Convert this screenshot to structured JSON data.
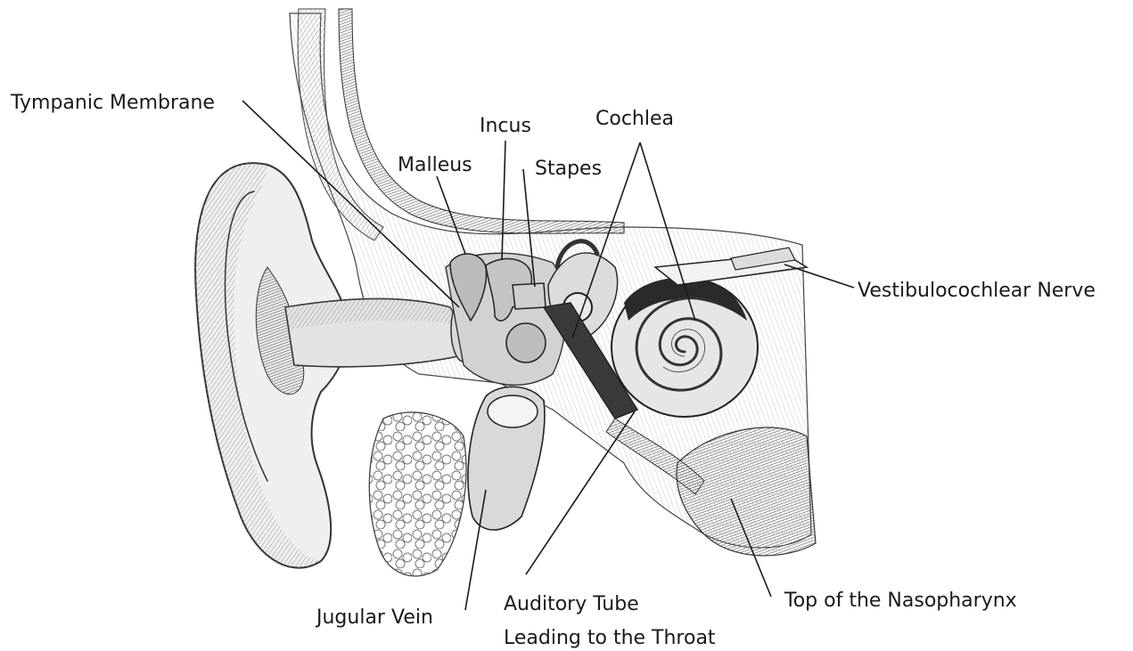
{
  "labels": {
    "tympanic_membrane": "Tympanic Membrane",
    "incus": "Incus",
    "cochlea": "Cochlea",
    "malleus": "Malleus",
    "stapes": "Stapes",
    "vestibulocochlear_nerve": "Vestibulocochlear Nerve",
    "jugular_vein": "Jugular Vein",
    "auditory_tube_line1": "Auditory Tube",
    "auditory_tube_line2": "Leading to the  Throat",
    "nasopharynx": "Top of the Nasopharynx"
  }
}
